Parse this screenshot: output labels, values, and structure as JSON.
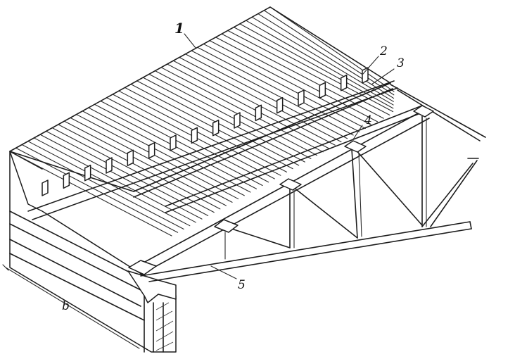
{
  "labels": {
    "l1": "1",
    "l2": "2",
    "l3": "3",
    "l4": "4",
    "l5": "5",
    "lb": "b"
  }
}
